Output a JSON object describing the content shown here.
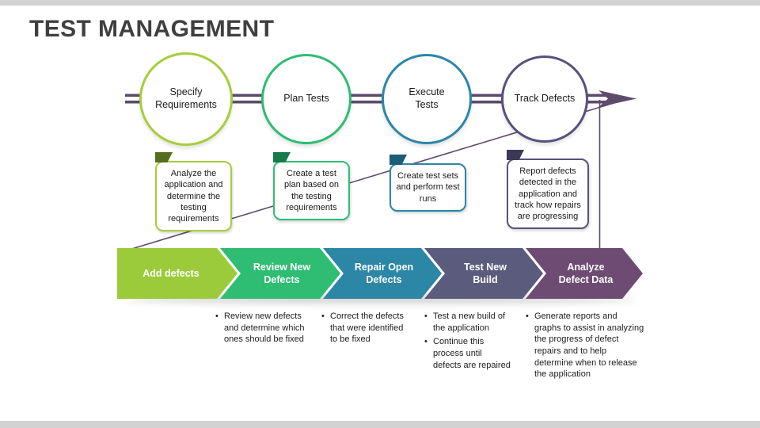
{
  "slide": {
    "title": "TEST MANAGEMENT"
  },
  "connector_color": "#5E4B6B",
  "stages": [
    {
      "label": "Specify Requirements",
      "note": "Analyze the application and determine the testing requirements",
      "accent": "#A5CE39",
      "accent_dark": "#556E1E"
    },
    {
      "label": "Plan Tests",
      "note": "Create a test plan based on the testing requirements",
      "accent": "#2EBD73",
      "accent_dark": "#187A4A"
    },
    {
      "label": "Execute Tests",
      "note": "Create test sets and perform test runs",
      "accent": "#2B86A8",
      "accent_dark": "#1B5E78"
    },
    {
      "label": "Track Defects",
      "note": "Report defects detected in the application and track how repairs are progressing",
      "accent": "#56527E",
      "accent_dark": "#3C3957"
    }
  ],
  "process": {
    "steps": [
      {
        "label": "Add defects",
        "color": "#9BCB3B",
        "bullets": []
      },
      {
        "label": "Review New Defects",
        "color": "#2EBD73",
        "bullets": [
          "Review new defects and determine which ones should be fixed"
        ]
      },
      {
        "label": "Repair Open Defects",
        "color": "#2C86A6",
        "bullets": [
          "Correct the defects that were identified to be fixed"
        ]
      },
      {
        "label": "Test New Build",
        "color": "#5A5B7D",
        "bullets": [
          "Test a new build of the application",
          "Continue this process until defects are repaired"
        ]
      },
      {
        "label": "Analyze Defect Data",
        "color": "#6D4B72",
        "bullets": [
          "Generate reports and graphs to assist in analyzing the progress of defect repairs and to help determine when to release the application"
        ]
      }
    ]
  }
}
